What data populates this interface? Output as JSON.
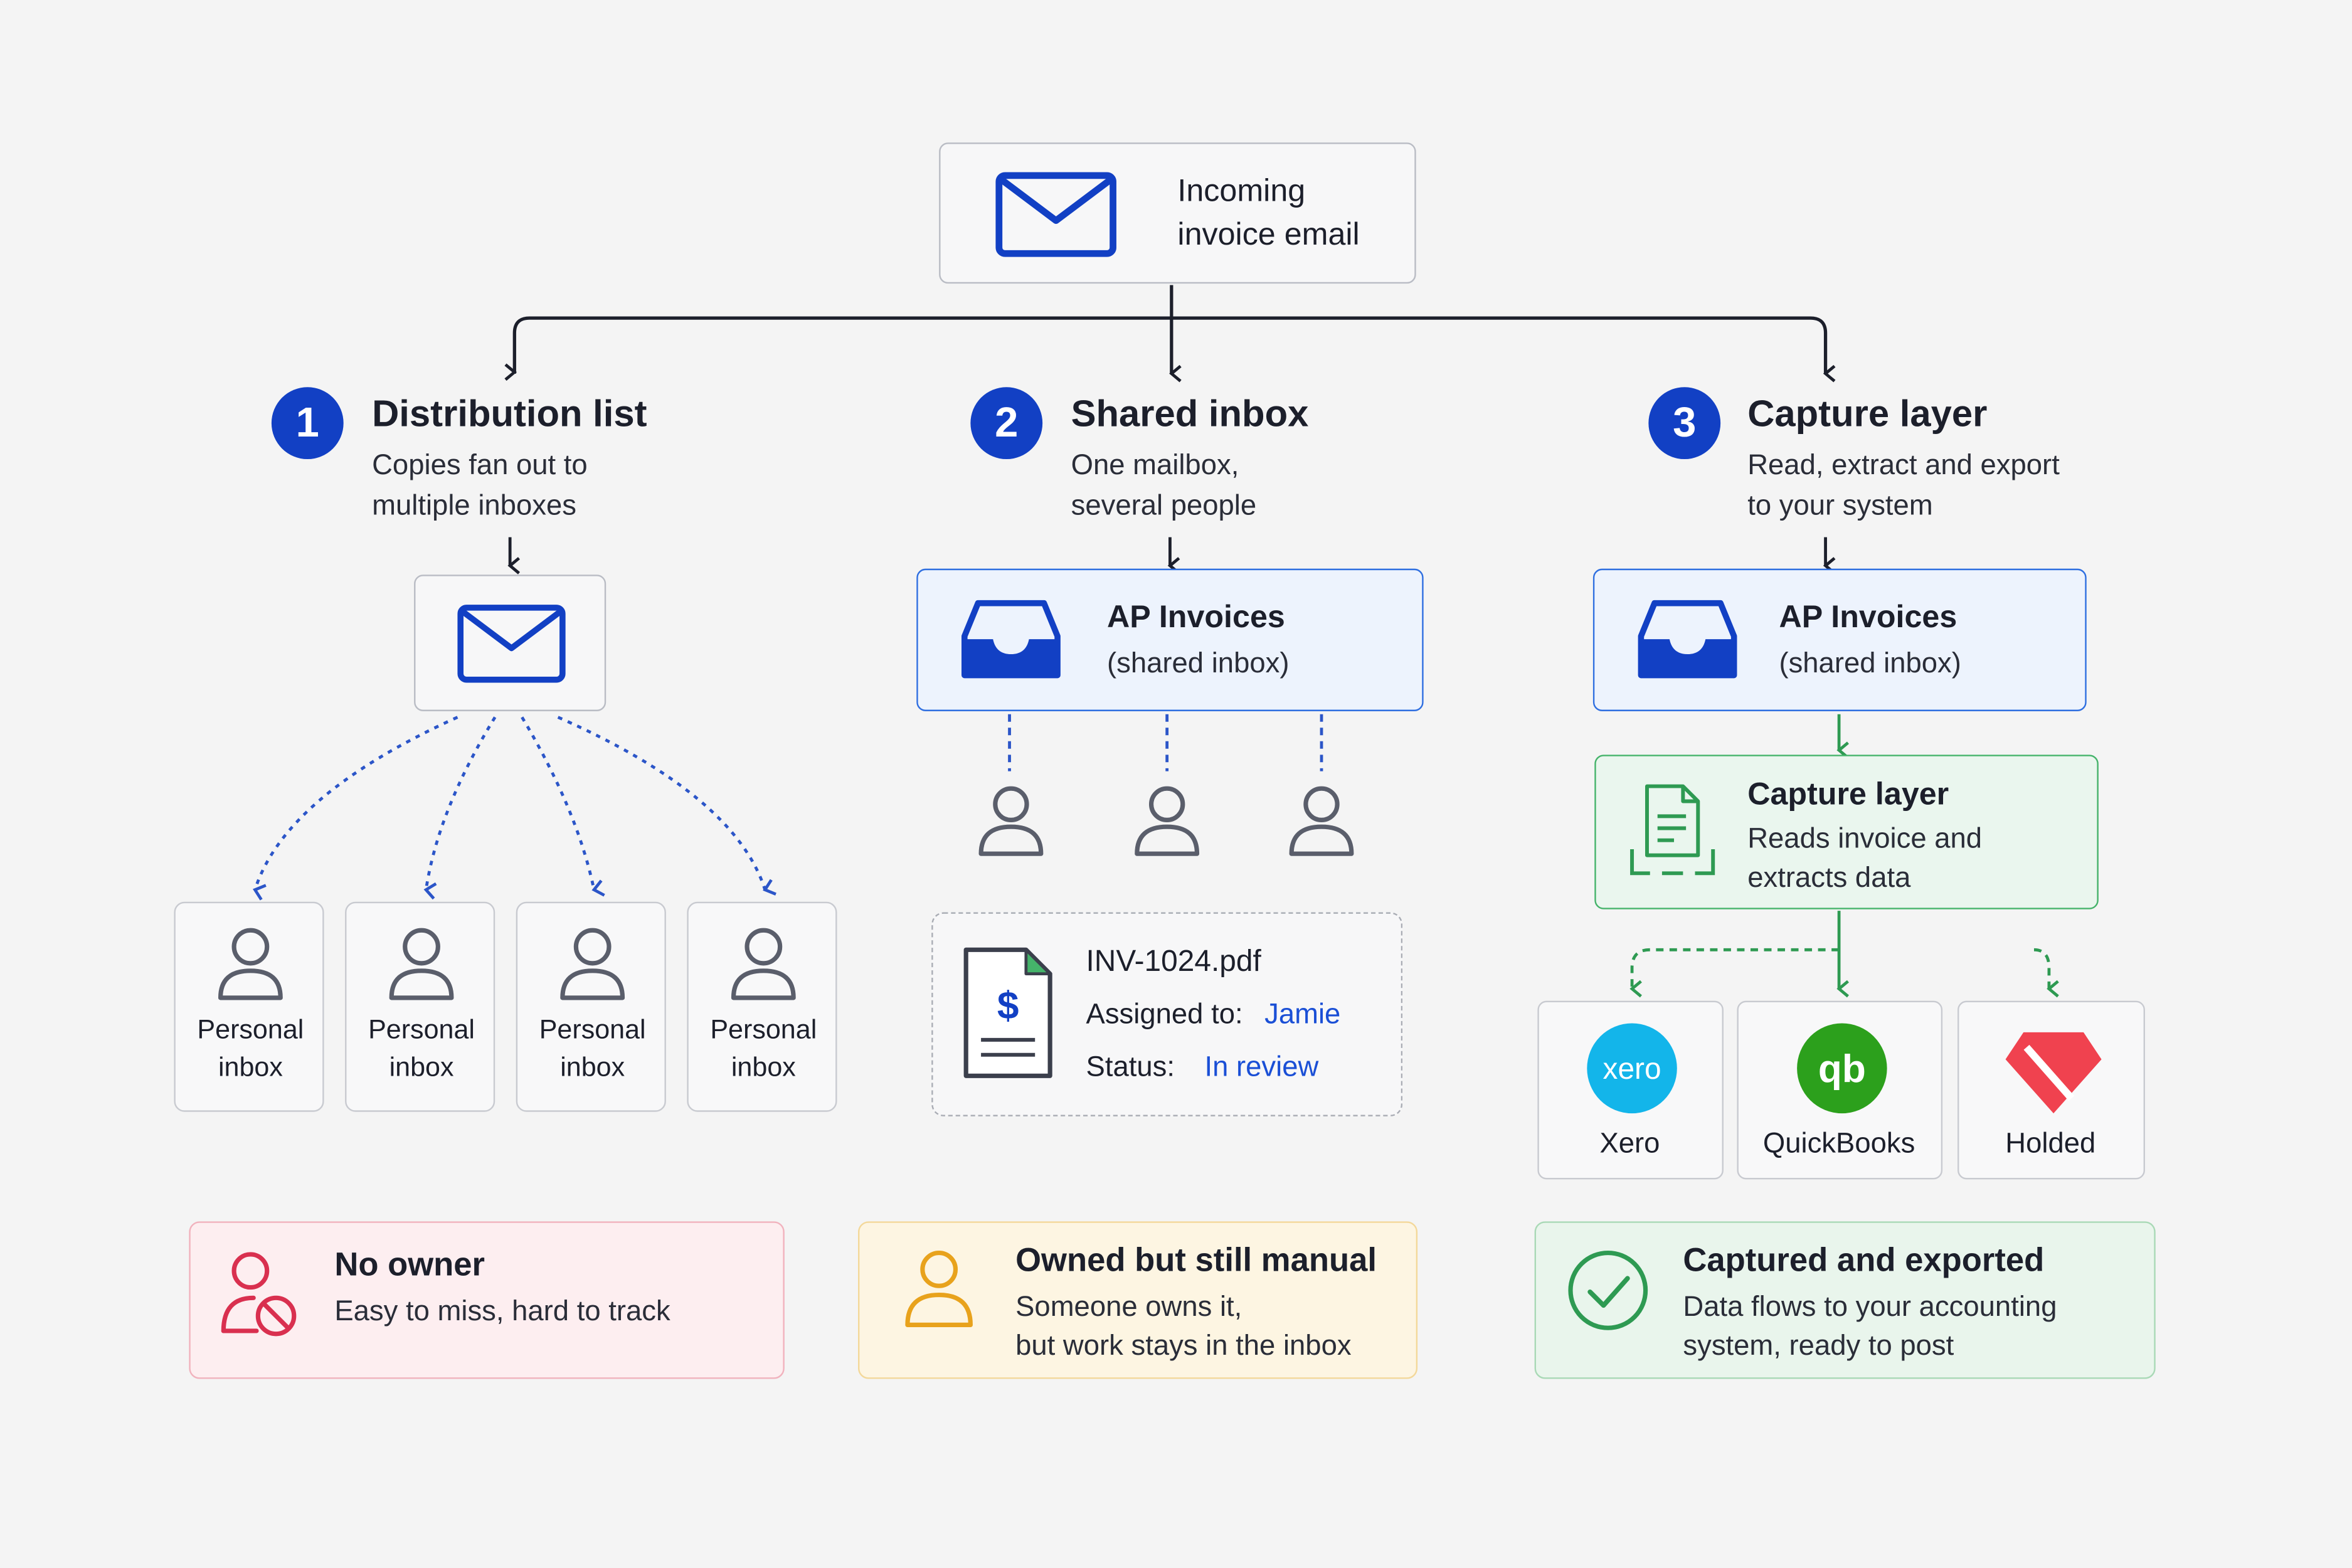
{
  "source": {
    "title": "Incoming\ninvoice email",
    "icon": "envelope-icon"
  },
  "options": [
    {
      "number": "1",
      "title": "Distribution list",
      "subtitle": "Copies fan out to\nmultiple inboxes",
      "personal_inboxes": [
        "Personal\ninbox",
        "Personal\ninbox",
        "Personal\ninbox",
        "Personal\ninbox"
      ],
      "outcome": {
        "title": "No owner",
        "text": "Easy to miss, hard to track",
        "icon": "user-blocked-icon",
        "color": "#d9304f"
      }
    },
    {
      "number": "2",
      "title": "Shared inbox",
      "subtitle": "One mailbox,\nseveral people",
      "inbox": {
        "title": "AP Invoices",
        "subtitle": "(shared inbox)"
      },
      "invoice": {
        "file": "INV-1024.pdf",
        "assigned_label": "Assigned to:",
        "assigned_value": "Jamie",
        "status_label": "Status:",
        "status_value": "In review"
      },
      "outcome": {
        "title": "Owned but still manual",
        "text": "Someone owns it,\nbut work stays in the inbox",
        "icon": "user-icon",
        "color": "#e8a21c"
      }
    },
    {
      "number": "3",
      "title": "Capture layer",
      "subtitle": "Read, extract and export\nto your system",
      "inbox": {
        "title": "AP Invoices",
        "subtitle": "(shared inbox)"
      },
      "capture": {
        "title": "Capture layer",
        "text": "Reads invoice and\nextracts data"
      },
      "integrations": [
        {
          "name": "Xero",
          "logo_text": "xero",
          "color": "#13b5ea"
        },
        {
          "name": "QuickBooks",
          "logo_text": "qb",
          "color": "#2ca01c"
        },
        {
          "name": "Holded",
          "logo_text": "",
          "color": "#f0424f"
        }
      ],
      "outcome": {
        "title": "Captured and exported",
        "text": "Data flows to your accounting\nsystem, ready to post",
        "icon": "check-circle-icon",
        "color": "#2e9a52"
      }
    }
  ],
  "colors": {
    "brand_blue": "#1240c4",
    "accent_blue": "#1a4fd6",
    "green": "#2e9a52"
  }
}
